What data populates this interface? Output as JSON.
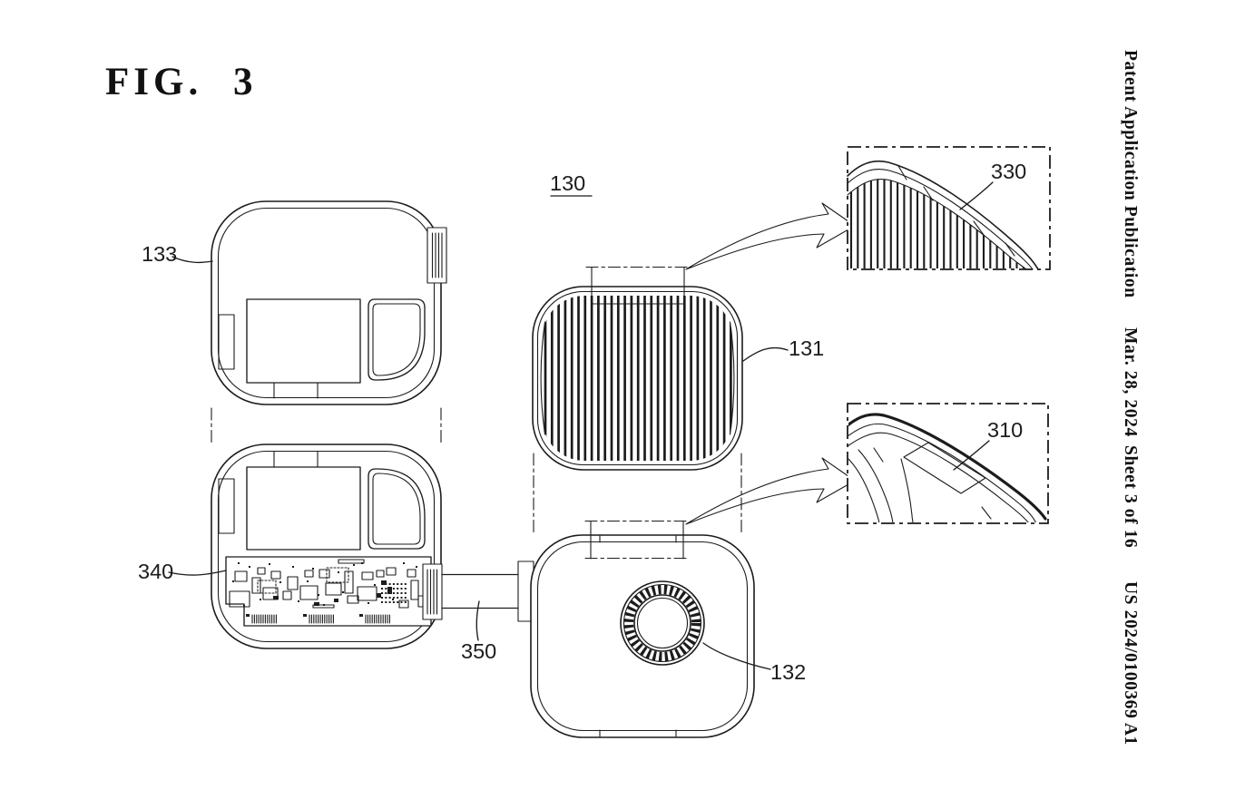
{
  "figure": {
    "title": "FIG. 3"
  },
  "header": {
    "publication": "Patent Application Publication",
    "date": "Mar. 28, 2024",
    "sheet": "Sheet 3 of 16",
    "doc_number": "US 2024/0100369 A1"
  },
  "reference_labels": {
    "r130": "130",
    "r131": "131",
    "r132": "132",
    "r133": "133",
    "r310": "310",
    "r330": "330",
    "r340": "340",
    "r350": "350"
  },
  "colors": {
    "ink": "#1c1c1c",
    "paper": "#ffffff"
  }
}
